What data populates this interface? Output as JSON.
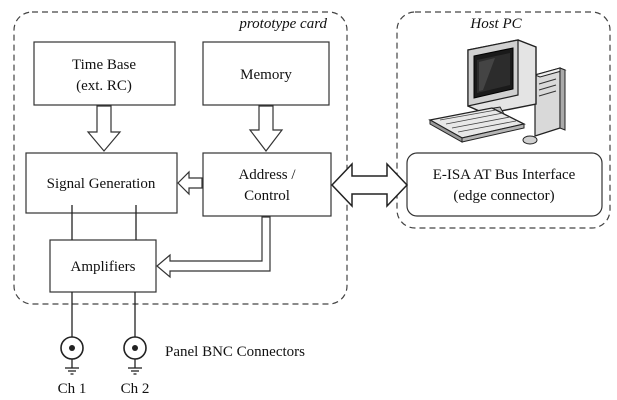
{
  "groups": {
    "prototype_card": "prototype card",
    "host_pc": "Host PC"
  },
  "blocks": {
    "time_base": [
      "Time Base",
      "(ext. RC)"
    ],
    "memory": "Memory",
    "signal_generation": "Signal Generation",
    "address_control": [
      "Address /",
      "Control"
    ],
    "amplifiers": "Amplifiers",
    "bus_interface": [
      "E-ISA AT Bus Interface",
      "(edge connector)"
    ]
  },
  "connectors": {
    "caption": "Panel BNC Connectors",
    "ch1": "Ch 1",
    "ch2": "Ch 2"
  },
  "icons": [
    "computer-icon",
    "bnc-connector-icon"
  ]
}
